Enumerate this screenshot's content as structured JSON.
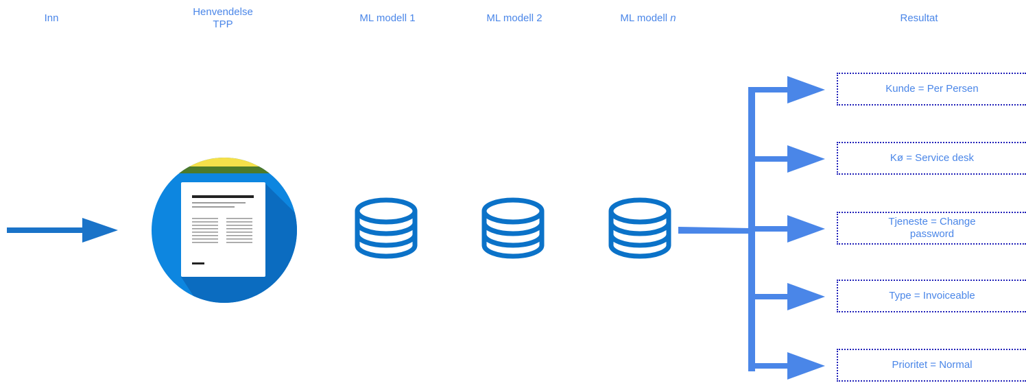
{
  "headers": {
    "inn": "Inn",
    "henvendelse_line1": "Henvendelse",
    "henvendelse_line2": "TPP",
    "ml1": "ML modell 1",
    "ml2": "ML modell 2",
    "mln_main": "ML modell ",
    "mln_suffix": "n",
    "resultat": "Resultat"
  },
  "results": [
    "Kunde = Per Persen",
    "Kø = Service desk",
    "Tjeneste = Change password",
    "Type = Invoiceable",
    "Prioritet = Normal"
  ],
  "icons": {
    "document": "document-icon",
    "database": "database-icon",
    "arrow": "arrow-right-icon"
  },
  "colors": {
    "text": "#4a86e8",
    "arrow_input": "#1a73c8",
    "arrow_output": "#4a86e8",
    "db_stroke": "#0b72c8",
    "circle": "#0d86e0",
    "box_border": "#1f1fb8",
    "circle_top": "#f5e04a"
  }
}
